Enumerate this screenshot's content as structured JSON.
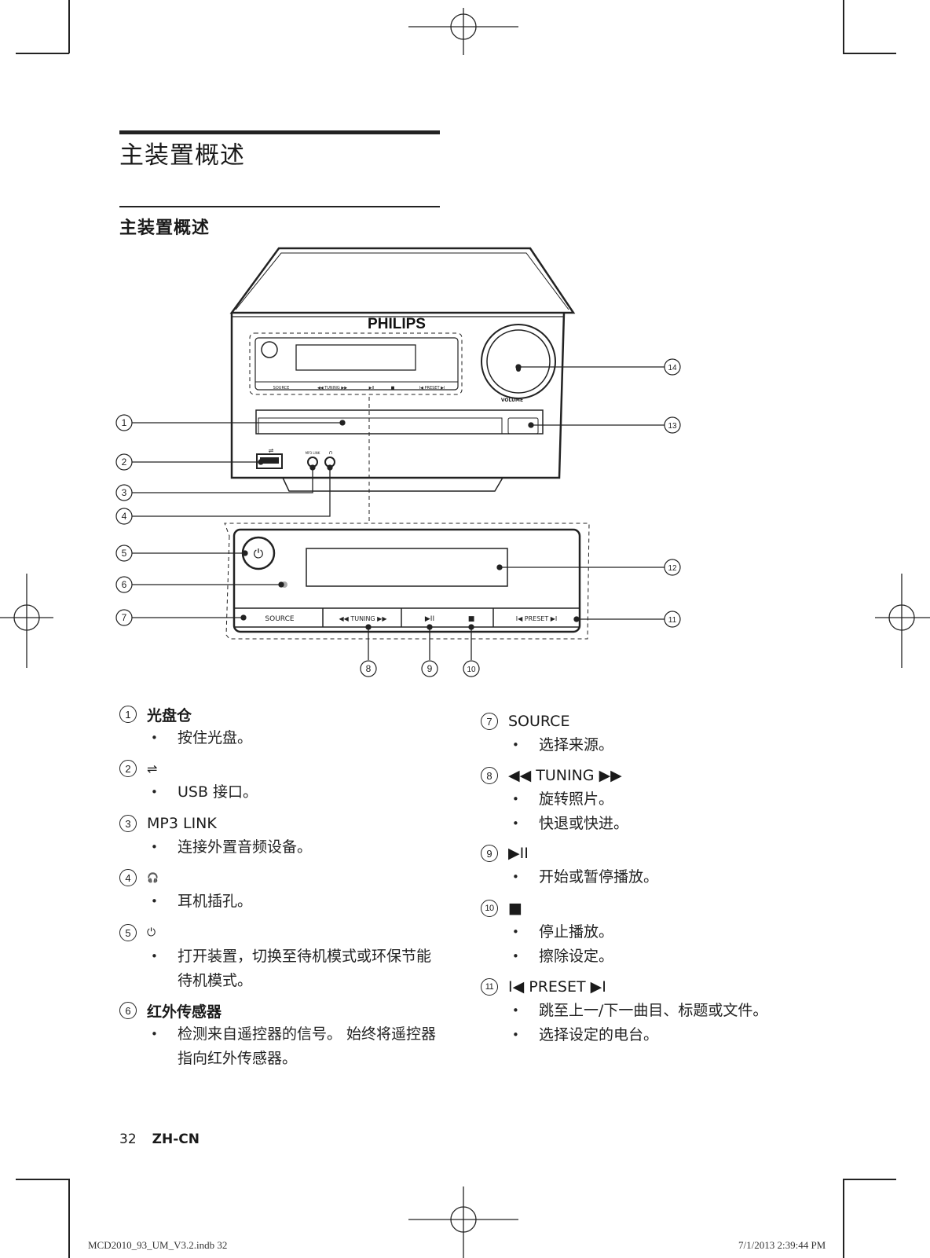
{
  "heading": "主装置概述",
  "subheading": "主装置概述",
  "figure": {
    "brand": "PHILIPS",
    "volume_label": "VOLUME",
    "jack_labels": {
      "mp3": "MP3 LINK",
      "headphone": "🎧"
    },
    "panel_buttons": {
      "source": "SOURCE",
      "tuning": "TUNING",
      "preset": "PRESET"
    },
    "callouts": [
      "1",
      "2",
      "3",
      "4",
      "5",
      "6",
      "7",
      "8",
      "9",
      "10",
      "11",
      "12",
      "13",
      "14"
    ]
  },
  "items": [
    {
      "num": "1",
      "title": "光盘仓",
      "bullets": [
        "按住光盘。"
      ]
    },
    {
      "num": "2",
      "title": "⇌",
      "icon": "usb-icon",
      "bullets": [
        "USB 接口。"
      ]
    },
    {
      "num": "3",
      "title": "MP3 LINK",
      "bullets": [
        "连接外置音频设备。"
      ]
    },
    {
      "num": "4",
      "title": "🎧",
      "icon": "headphone-icon",
      "bullets": [
        "耳机插孔。"
      ]
    },
    {
      "num": "5",
      "title": "⏻",
      "icon": "power-icon",
      "bullets": [
        "打开装置，切换至待机模式或环保节能待机模式。"
      ]
    },
    {
      "num": "6",
      "title": "红外传感器",
      "bullets": [
        "检测来自遥控器的信号。 始终将遥控器指向红外传感器。"
      ]
    },
    {
      "num": "7",
      "title": "SOURCE",
      "bullets": [
        "选择来源。"
      ]
    },
    {
      "num": "8",
      "title": "◀◀ TUNING ▶▶",
      "bullets": [
        "旋转照片。",
        "快退或快进。"
      ]
    },
    {
      "num": "9",
      "title": "▶II",
      "bullets": [
        "开始或暂停播放。"
      ]
    },
    {
      "num": "10",
      "title": "■",
      "bullets": [
        "停止播放。",
        "擦除设定。"
      ]
    },
    {
      "num": "11",
      "title": "I◀ PRESET ▶I",
      "bullets": [
        "跳至上一/下一曲目、标题或文件。",
        "选择设定的电台。"
      ]
    }
  ],
  "footer": {
    "page_number": "32",
    "language": "ZH-CN",
    "file": "MCD2010_93_UM_V3.2.indb   32",
    "timestamp": "7/1/2013   2:39:44 PM"
  }
}
